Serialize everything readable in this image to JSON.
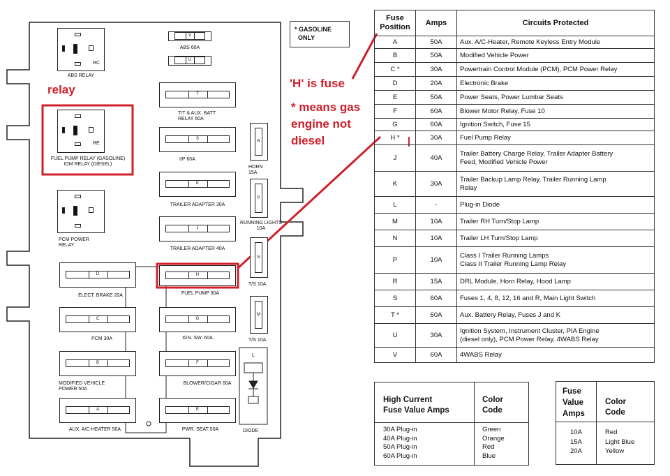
{
  "diagram": {
    "legend_box": "* GASOLINE\n  ONLY",
    "relays": [
      {
        "id": "abs",
        "label": "ABS RELAY",
        "tag": "RC"
      },
      {
        "id": "fuel",
        "label": "FUEL PUMP RELAY (GASOLINE)\nIDM RELAY (DIESEL)",
        "tag": "RE"
      },
      {
        "id": "pcm",
        "label": "PCM POWER\nRELAY",
        "tag": ""
      }
    ],
    "center_fuses": [
      {
        "code": "V",
        "label": "ABS 60A"
      },
      {
        "code": "U",
        "label": ""
      },
      {
        "code": "T",
        "label": "T/T & AUX. BATT\nRELAY 60A"
      },
      {
        "code": "S",
        "label": "I/P 60A"
      },
      {
        "code": "K",
        "label": "TRAILER ADAPTER 30A"
      },
      {
        "code": "J",
        "label": "TRAILER ADAPTER 40A"
      },
      {
        "code": "H",
        "label": "FUEL PUMP 30A"
      },
      {
        "code": "G",
        "label": "IGN. SW. 60A"
      },
      {
        "code": "F",
        "label": "BLOWER/CIGAR 60A"
      },
      {
        "code": "E",
        "label": "PWR. SEAT 50A"
      }
    ],
    "left_fuses": [
      {
        "code": "D",
        "label": "ELECT. BRAKE 20A"
      },
      {
        "code": "C",
        "label": "PCM 30A"
      },
      {
        "code": "B",
        "label": "MODIFIED VEHICLE\nPOWER 50A"
      },
      {
        "code": "A",
        "label": "AUX. A/C-HEATER 50A"
      }
    ],
    "right_fuses": [
      {
        "code": "R",
        "label": "HORN\n15A"
      },
      {
        "code": "P",
        "label": "RUNNING LIGHTS\n10A"
      },
      {
        "code": "N",
        "label": "T/S 10A"
      },
      {
        "code": "M",
        "label": "T/S 10A"
      },
      {
        "code": "L",
        "label": "DIODE"
      }
    ]
  },
  "annotations": {
    "relay": "relay",
    "h_is_fuse": "'H' is fuse",
    "gas_note": "* means gas\nengine not\ndiesel",
    "color": "#d0202a"
  },
  "fuse_table": {
    "headers": [
      "Fuse\nPosition",
      "Amps",
      "Circuits Protected"
    ],
    "rows": [
      {
        "pos": "A",
        "amps": "50A",
        "circuit": "Aux. A/C-Heater, Remote Keyless Entry Module"
      },
      {
        "pos": "B",
        "amps": "50A",
        "circuit": "Modified Vehicle Power"
      },
      {
        "pos": "C *",
        "amps": "30A",
        "circuit": "Powertrain Control Module (PCM), PCM Power Relay"
      },
      {
        "pos": "D",
        "amps": "20A",
        "circuit": "Electronic Brake"
      },
      {
        "pos": "E",
        "amps": "50A",
        "circuit": "Power Seats, Power Lumbar Seats"
      },
      {
        "pos": "F",
        "amps": "60A",
        "circuit": "Blower Motor Relay, Fuse 10"
      },
      {
        "pos": "G",
        "amps": "60A",
        "circuit": "Ignition Switch, Fuse 15"
      },
      {
        "pos": "H *",
        "amps": "30A",
        "circuit": "Fuel Pump Relay"
      },
      {
        "pos": "J",
        "amps": "40A",
        "circuit": "Trailer Battery Charge Relay, Trailer Adapter Battery\nFeed, Modified Vehicle Power"
      },
      {
        "pos": "K",
        "amps": "30A",
        "circuit": "Trailer Backup Lamp Relay, Trailer Running Lamp\nRelay"
      },
      {
        "pos": "L",
        "amps": "-",
        "circuit": "Plug-in Diode"
      },
      {
        "pos": "M",
        "amps": "10A",
        "circuit": "Trailer RH Turn/Stop Lamp"
      },
      {
        "pos": "N",
        "amps": "10A",
        "circuit": "Trailer LH Turn/Stop Lamp"
      },
      {
        "pos": "P",
        "amps": "10A",
        "circuit": "Class I Trailer Running Lamps\nClass II Trailer Running Lamp Relay"
      },
      {
        "pos": "R",
        "amps": "15A",
        "circuit": "DRL Module, Horn Relay, Hood Lamp"
      },
      {
        "pos": "S",
        "amps": "60A",
        "circuit": "Fuses 1, 4, 8, 12, 16 and R, Main Light Switch"
      },
      {
        "pos": "T *",
        "amps": "60A",
        "circuit": "Aux. Battery Relay, Fuses J and K"
      },
      {
        "pos": "U",
        "amps": "30A",
        "circuit": "Ignition System, Instrument Cluster, PIA Engine\n(diesel only), PCM Power Relay, 4WABS Relay"
      },
      {
        "pos": "V",
        "amps": "60A",
        "circuit": "4WABS Relay"
      }
    ]
  },
  "high_current_table": {
    "header1": "High Current\nFuse Value Amps",
    "header2": "Color\nCode",
    "values": "30A Plug-in\n40A Plug-in\n50A Plug-in\n60A Plug-in",
    "colors": "Green\nOrange\nRed\nBlue"
  },
  "fuse_value_table": {
    "header1": "Fuse\nValue\nAmps",
    "header2": "Color\nCode",
    "values": "10A\n15A\n20A",
    "colors": "Red\nLight Blue\nYellow"
  }
}
